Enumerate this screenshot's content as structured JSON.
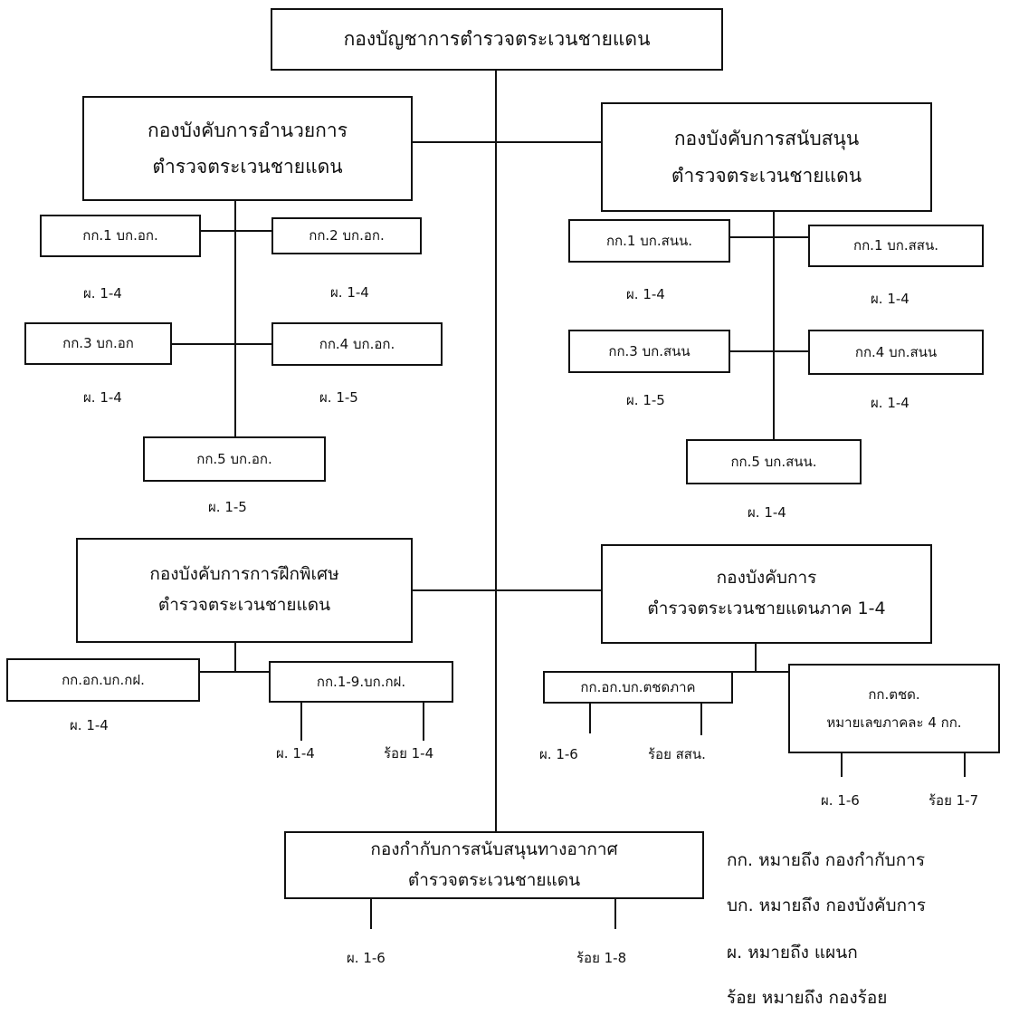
{
  "headquarters": "กองบัญชาการตำรวจตระเวนชายแดน",
  "admin_command": {
    "line1": "กองบังคับการอำนวยการ",
    "line2": "ตำรวจตระเวนชายแดน"
  },
  "support_command": {
    "line1": "กองบังคับการสนับสนุน",
    "line2": "ตำรวจตระเวนชายแดน"
  },
  "admin_divisions": [
    {
      "name": "กก.1 บก.อก.",
      "sections": "ผ. 1-4"
    },
    {
      "name": "กก.2 บก.อก.",
      "sections": "ผ. 1-4"
    },
    {
      "name": "กก.3 บก.อก",
      "sections": "ผ. 1-4"
    },
    {
      "name": "กก.4 บก.อก.",
      "sections": "ผ. 1-5"
    },
    {
      "name": "กก.5 บก.อก.",
      "sections": "ผ. 1-5"
    }
  ],
  "support_divisions": [
    {
      "name": "กก.1 บก.สนน.",
      "sections": "ผ. 1-4"
    },
    {
      "name": "กก.1 บก.สสน.",
      "sections": "ผ. 1-4"
    },
    {
      "name": "กก.3 บก.สนน",
      "sections": "ผ. 1-5"
    },
    {
      "name": "กก.4 บก.สนน",
      "sections": "ผ. 1-4"
    },
    {
      "name": "กก.5 บก.สนน.",
      "sections": "ผ. 1-4"
    }
  ],
  "training_command": {
    "line1": "กองบังคับการการฝึกพิเศษ",
    "line2": "ตำรวจตระเวนชายแดน",
    "units": [
      {
        "name": "กก.อก.บก.กฝ.",
        "sections": "ผ. 1-4"
      },
      {
        "name": "กก.1-9.บก.กฝ.",
        "sections": "ผ. 1-4",
        "companies": "ร้อย 1-4"
      }
    ]
  },
  "regional_command": {
    "line1": "กองบังคับการ",
    "line2": "ตำรวจตระเวนชายแดนภาค 1-4",
    "units": [
      {
        "name": "กก.อก.บก.ตชดภาค",
        "sections": "ผ. 1-6",
        "companies": "ร้อย สสน."
      },
      {
        "name": "กก.ตชด.",
        "name2": "หมายเลขภาคละ 4 กก.",
        "sections": "ผ. 1-6",
        "companies": "ร้อย 1-7"
      }
    ]
  },
  "air_support": {
    "line1": "กองกำกับการสนับสนุนทางอากาศ",
    "line2": "ตำรวจตระเวนชายแดน",
    "sections": "ผ. 1-6",
    "companies": "ร้อย 1-8"
  },
  "legend": [
    "กก. หมายถึง กองกำกับการ",
    "บก. หมายถึง กองบังคับการ",
    "ผ. หมายถึง แผนก",
    "ร้อย หมายถึง กองร้อย"
  ]
}
